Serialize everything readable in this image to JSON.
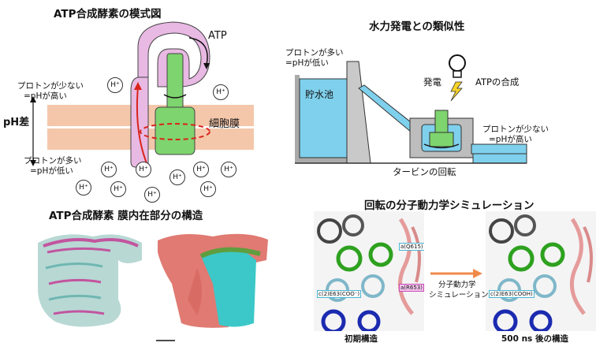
{
  "top_left": {
    "title": "ATP合成酵素の模式図",
    "atp": "ATP",
    "high_ph_line1": "プロトンが少ない",
    "high_ph_line2": "=pHが高い",
    "ph_diff": "pH差",
    "membrane": "細胞膜",
    "low_ph_line1": "プロトンが多い",
    "low_ph_line2": "=pHが低い",
    "proton": "H⁺"
  },
  "top_right": {
    "title": "水力発電との類似性",
    "many_protons_line1": "プロトンが多い",
    "many_protons_line2": "=pHが低い",
    "reservoir": "貯水池",
    "generation": "発電",
    "atp_synthesis": "ATPの合成",
    "few_protons_line1": "プロトンが少ない",
    "few_protons_line2": "=pHが高い",
    "turbine": "タービンの回転"
  },
  "bottom_left": {
    "title": "ATP合成酵素 膜内在部分の構造"
  },
  "bottom_right": {
    "title": "回転の分子動力学シミュレーション",
    "arrow_line1": "分子動力学",
    "arrow_line2": "シミュレーション",
    "initial": "初期構造",
    "after": "500 ns 後の構造",
    "tag_left": "c(2)E63(COO⁻)",
    "tag_right": "c(2)E63(COOH)",
    "tag_q": "a(Q615)",
    "tag_r": "a(R653)"
  },
  "colors": {
    "membrane": "#f4c7ab",
    "rotor": "#7ed46e",
    "stator": "#e8b9e3",
    "water": "#7fd0ec",
    "arrow": "#f08a4b"
  }
}
